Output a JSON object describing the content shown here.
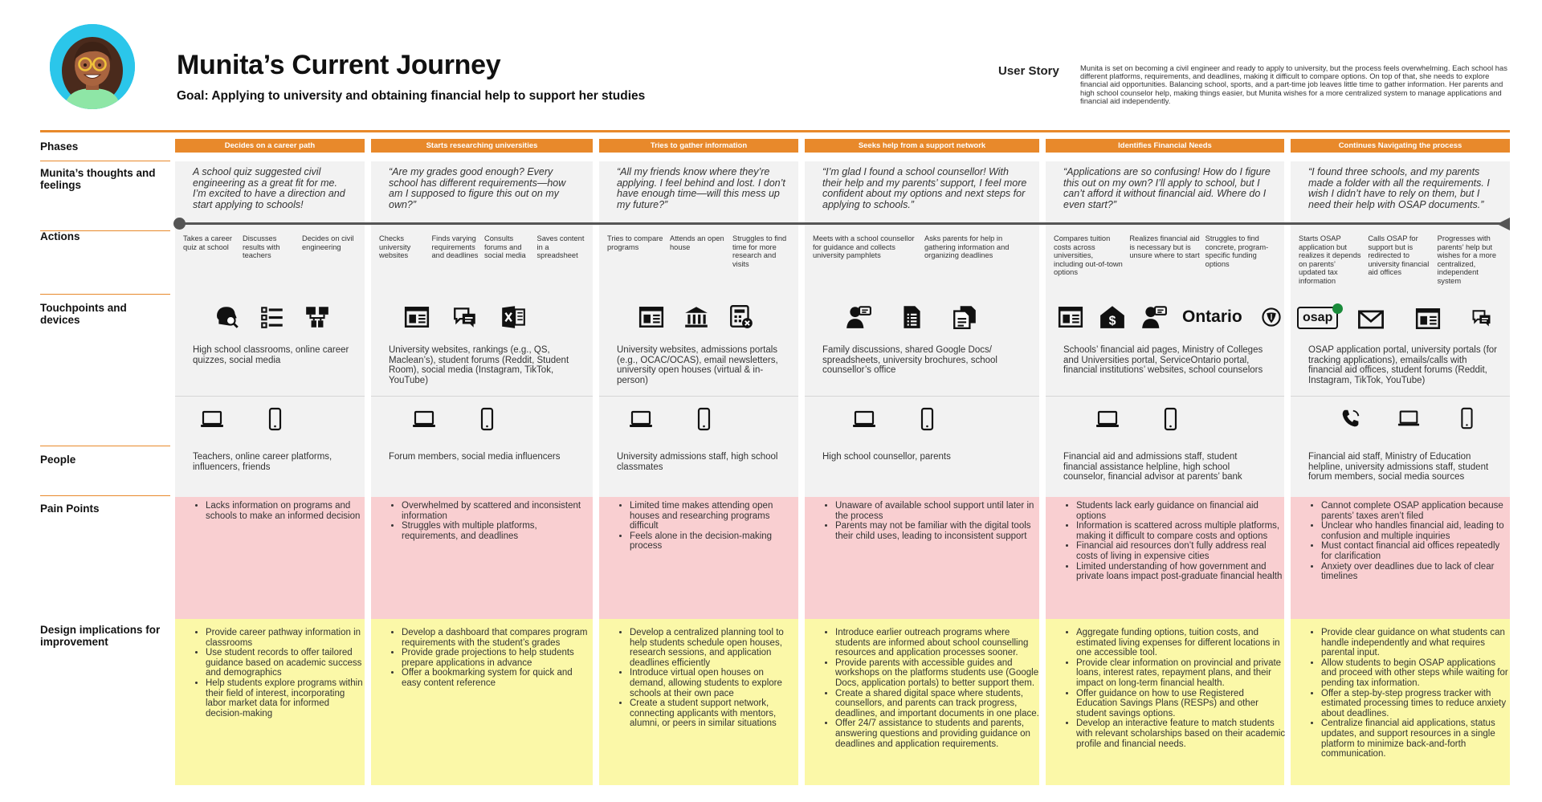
{
  "header": {
    "title": "Munita’s Current Journey",
    "goal": "Goal: Applying to university and obtaining financial help to support her studies",
    "user_story_label": "User Story",
    "user_story_text": "Munita is set on becoming a civil engineer and ready to apply to university, but the process feels overwhelming. Each school has different platforms, requirements, and deadlines, making it difficult to compare options. On top of that, she needs to explore financial aid opportunities. Balancing school, sports, and a part-time job leaves little time to gather information. Her parents and high school counselor help, making things easier, but Munita wishes for a more centralized system to manage applications and financial aid independently."
  },
  "row_labels": {
    "phases": "Phases",
    "thoughts": "Munita’s thoughts and feelings",
    "actions": "Actions",
    "touchpoints": "Touchpoints and devices",
    "people": "People",
    "pain": "Pain Points",
    "design": "Design implications for improvement"
  },
  "colors": {
    "accent": "#e8892b",
    "cell": "#f2f2f2",
    "pain": "#f9cfd1",
    "design": "#fbf8a8"
  },
  "phases": [
    {
      "name": "Decides on a career path",
      "thought": "A school quiz suggested civil engineering as a great fit for me. I’m excited to have a direction and start applying to schools!",
      "actions": [
        "Takes a career quiz at school",
        "Discusses results with teachers",
        "Decides on civil engineering"
      ],
      "touch_icons": [
        "head-search-icon",
        "list-icon",
        "org-chart-icon"
      ],
      "touch_text": "High school classrooms, online career quizzes, social media",
      "device_icons": [
        "laptop-icon",
        "phone-icon"
      ],
      "people": "Teachers, online career platforms, influencers, friends",
      "pain": [
        "Lacks information on programs and schools to make an informed decision"
      ],
      "design": [
        "Provide career pathway information in classrooms",
        "Use student records to offer tailored guidance based on academic success and demographics",
        "Help students explore programs within their field of interest, incorporating labor market data for informed decision-making"
      ]
    },
    {
      "name": "Starts researching universities",
      "thought": "“Are my grades good enough? Every school has different requirements—how am I supposed to figure this out on my own?”",
      "actions": [
        "Checks university websites",
        "Finds varying requirements and deadlines",
        "Consults forums and social media",
        "Saves content in a spreadsheet"
      ],
      "touch_icons": [
        "website-icon",
        "chat-bubbles-icon",
        "excel-icon"
      ],
      "touch_text": "University websites, rankings (e.g., QS, Maclean’s), student forums (Reddit, Student Room), social media (Instagram, TikTok, YouTube)",
      "device_icons": [
        "laptop-icon",
        "phone-icon"
      ],
      "people": "Forum members, social media influencers",
      "pain": [
        "Overwhelmed by scattered and inconsistent information",
        "Struggles with multiple platforms, requirements, and deadlines"
      ],
      "design": [
        "Develop a dashboard that compares program requirements with the student’s grades",
        "Provide grade projections to help students prepare applications in advance",
        "Offer a bookmarking system for quick and easy content reference"
      ]
    },
    {
      "name": "Tries to gather information",
      "thought": "“All my friends know where they’re applying. I feel behind and lost. I don’t have enough time—will this mess up my future?”",
      "actions": [
        "Tries to compare programs",
        "Attends an open house",
        "Struggles to find time for more research and visits"
      ],
      "touch_icons": [
        "website-icon",
        "university-icon",
        "calculator-icon"
      ],
      "touch_text": "University websites, admissions portals (e.g., OCAC/OCAS), email newsletters, university open houses (virtual & in-person)",
      "device_icons": [
        "laptop-icon",
        "phone-icon"
      ],
      "people": "University admissions staff, high school classmates",
      "pain": [
        "Limited time makes attending open houses and researching programs difficult",
        "Feels alone in the decision-making process"
      ],
      "design": [
        "Develop a centralized planning tool to help students schedule open houses, research sessions, and application deadlines efficiently",
        "Introduce virtual open houses on demand, allowing students to explore schools at their own pace",
        "Create a student support network, connecting applicants with mentors, alumni, or peers in similar situations"
      ]
    },
    {
      "name": "Seeks help from a support network",
      "thought": "“I’m glad I found a school counsellor! With their help and my parents’ support, I feel more confident about my options and next steps for applying to schools.”",
      "actions": [
        "Meets with a school counsellor for guidance and collects university pamphlets",
        "Asks parents for help in gathering information and organizing deadlines"
      ],
      "touch_icons": [
        "counsellor-icon",
        "document-icon",
        "documents-icon"
      ],
      "touch_text": "Family discussions, shared Google Docs/ spreadsheets, university brochures, school counsellor’s office",
      "device_icons": [
        "laptop-icon",
        "phone-icon"
      ],
      "people": "High school counsellor, parents",
      "pain": [
        "Unaware of available school support until later in the process",
        "Parents may not be familiar with the digital tools their child uses, leading to inconsistent support"
      ],
      "design": [
        "Introduce earlier outreach programs where students are informed about school counselling resources and application processes sooner.",
        "Provide parents with accessible guides and workshops on the platforms students use (Google Docs, application portals) to better support them.",
        "Create a shared digital space where students, counsellors, and parents can track progress, deadlines, and important documents in one place.",
        "Offer 24/7 assistance to students and parents, answering questions and providing guidance on deadlines and application requirements."
      ]
    },
    {
      "name": "Identifies Financial Needs",
      "thought": "“Applications are so confusing! How do I figure this out on my own? I’ll apply to school, but I can’t afford it without financial aid. Where do I even start?”",
      "actions": [
        "Compares tuition costs across universities, including out-of-town options",
        "Realizes financial aid is necessary but is unsure where to start",
        "Struggles to find concrete, program-specific funding options"
      ],
      "touch_icons": [
        "website-icon",
        "bank-icon",
        "counsellor-icon"
      ],
      "ontario_label": "Ontario",
      "touch_text": "Schools’ financial aid pages, Ministry of Colleges and Universities portal, ServiceOntario portal, financial institutions’ websites, school counselors",
      "device_icons": [
        "laptop-icon",
        "phone-icon"
      ],
      "people": "Financial aid and admissions staff, student financial assistance helpline, high school counselor, financial advisor at parents’ bank",
      "pain": [
        "Students lack early guidance on financial aid options",
        "Information is scattered across multiple platforms, making it difficult to compare costs and options",
        "Financial aid resources don’t fully address real costs of living in expensive cities",
        "Limited understanding of how government and private loans impact post-graduate financial health"
      ],
      "design": [
        "Aggregate funding options, tuition costs, and estimated living expenses for different locations in one accessible tool.",
        "Provide clear information on provincial and private loans, interest rates, repayment plans, and their impact on long-term financial health.",
        "Offer guidance on how to use Registered Education Savings Plans (RESPs) and other student savings options.",
        "Develop an interactive feature to match students with relevant scholarships based on their academic profile and financial needs."
      ]
    },
    {
      "name": "Continues Navigating the process",
      "thought": "“I found three schools, and my parents made a folder with all the requirements. I wish I didn’t have to rely on them, but I need their help with OSAP documents.”",
      "actions": [
        "Starts OSAP application but realizes it depends on parents’ updated tax information",
        "Calls OSAP for support but is redirected to university financial aid offices",
        "Progresses with parents’ help but wishes for a more centralized, independent system"
      ],
      "osap_label": "osap",
      "touch_icons": [
        "mail-icon",
        "website-icon",
        "chat-bubbles-icon"
      ],
      "touch_text": "OSAP application portal, university portals (for tracking applications), emails/calls with financial aid offices, student forums (Reddit, Instagram, TikTok, YouTube)",
      "device_icons": [
        "phone-call-icon",
        "laptop-icon",
        "phone-icon"
      ],
      "people": "Financial aid staff, Ministry of Education helpline, university admissions staff, student forum members, social media sources",
      "pain": [
        "Cannot complete OSAP application because parents’ taxes aren’t filed",
        "Unclear who handles financial aid, leading to confusion and multiple inquiries",
        "Must contact financial aid offices repeatedly for clarification",
        "Anxiety over deadlines due to lack of clear timelines"
      ],
      "design": [
        "Provide clear guidance on what students can handle independently and what requires parental input.",
        "Allow students to begin OSAP applications and proceed with other steps while waiting for pending tax information.",
        "Offer a step-by-step progress tracker with estimated processing times to reduce anxiety about deadlines.",
        "Centralize financial aid applications, status updates, and support resources in a single platform to minimize back-and-forth communication."
      ]
    }
  ]
}
